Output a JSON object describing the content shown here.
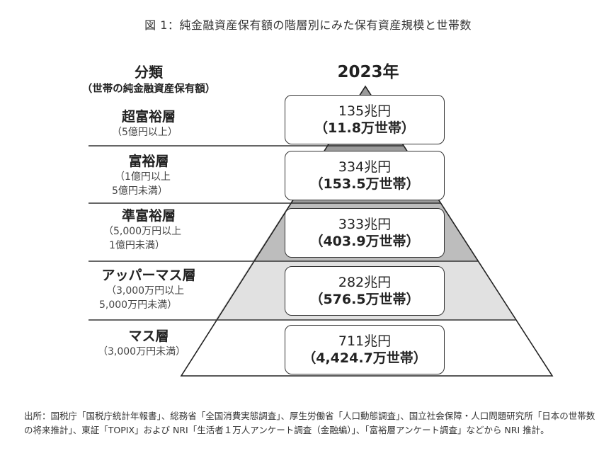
{
  "figure": {
    "title": "図 1：純金融資産保有額の階層別にみた保有資産規模と世帯数",
    "category_header": "分類",
    "category_subheader": "（世帯の純金融資産保有額）",
    "year_header": "2023年"
  },
  "tiers": [
    {
      "name": "超富裕層",
      "range_line1": "（5億円以上）",
      "range_line2": "",
      "assets": "135兆円",
      "households": "（11.8万世帯）",
      "fill": "#9b9b9b"
    },
    {
      "name": "富裕層",
      "range_line1": "（1億円以上",
      "range_line2": "5億円未満）",
      "assets": "334兆円",
      "households": "（153.5万世帯）",
      "fill": "#9b9b9b"
    },
    {
      "name": "準富裕層",
      "range_line1": "（5,000万円以上",
      "range_line2": "1億円未満）",
      "assets": "333兆円",
      "households": "（403.9万世帯）",
      "fill": "#bdbdbd"
    },
    {
      "name": "アッパーマス層",
      "range_line1": "（3,000万円以上",
      "range_line2": "5,000万円未満）",
      "assets": "282兆円",
      "households": "（576.5万世帯）",
      "fill": "#e1e1e1"
    },
    {
      "name": "マス層",
      "range_line1": "（3,000万円未満）",
      "range_line2": "",
      "assets": "711兆円",
      "households": "（4,424.7万世帯）",
      "fill": "#ffffff"
    }
  ],
  "source": "出所：国税庁「国税庁統計年報書」、総務省「全国消費実態調査」、厚生労働省「人口動態調査」、国立社会保障・人口問題研究所「日本の世帯数の将来推計」、東証「TOPIX」および NRI「生活者１万人アンケート調査（金融編）」、「富裕層アンケート調査」などから NRI 推計。",
  "chart_data": {
    "type": "table",
    "title": "純金融資産保有額の階層別にみた保有資産規模と世帯数 (2023年)",
    "categories": [
      "超富裕層",
      "富裕層",
      "準富裕層",
      "アッパーマス層",
      "マス層"
    ],
    "series": [
      {
        "name": "純金融資産保有額（兆円）",
        "values": [
          135,
          334,
          333,
          282,
          711
        ]
      },
      {
        "name": "世帯数（万世帯）",
        "values": [
          11.8,
          153.5,
          403.9,
          576.5,
          4424.7
        ]
      }
    ],
    "thresholds": [
      "5億円以上",
      "1億円以上5億円未満",
      "5,000万円以上1億円未満",
      "3,000万円以上5,000万円未満",
      "3,000万円未満"
    ]
  }
}
